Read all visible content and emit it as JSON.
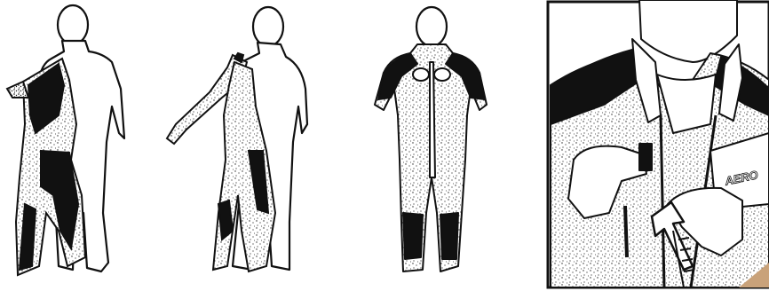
{
  "illustration": {
    "steps": [
      {
        "id": "step-1",
        "description_icon": "person-holding-suit-open"
      },
      {
        "id": "step-2",
        "description_icon": "person-inserting-arm-into-sleeve"
      },
      {
        "id": "step-3",
        "description_icon": "person-wearing-suit-closing-collar"
      },
      {
        "id": "step-4",
        "description_icon": "closeup-zipping-suit"
      }
    ],
    "closeup": {
      "chest_badge_text": "AERO"
    },
    "colors": {
      "ink": "#111111",
      "paper": "#ffffff",
      "page_curl": "#c9a27a"
    }
  }
}
